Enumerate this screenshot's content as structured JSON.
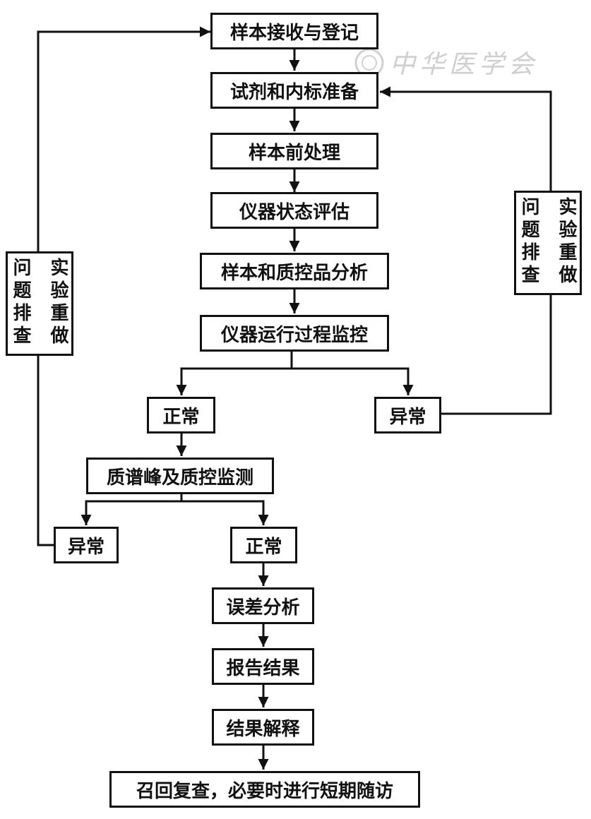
{
  "watermark": "中华医学会",
  "steps": {
    "receive": "样本接收与登记",
    "reagent": "试剂和内标准备",
    "pretreat": "样本前处理",
    "instrument_eval": "仪器状态评估",
    "sample_qc": "样本和质控品分析",
    "run_monitor": "仪器运行过程监控",
    "normal_1": "正常",
    "abnormal_1": "异常",
    "ms_qc": "质谱峰及质控监测",
    "abnormal_2": "异常",
    "normal_2": "正常",
    "error_analysis": "误差分析",
    "report": "报告结果",
    "interpret": "结果解释",
    "recall": "召回复查，必要时进行短期随访"
  },
  "loops": {
    "left": {
      "col1": "实验重做",
      "col2": "问题排查"
    },
    "right": {
      "col1": "实验重做",
      "col2": "问题排查"
    }
  }
}
